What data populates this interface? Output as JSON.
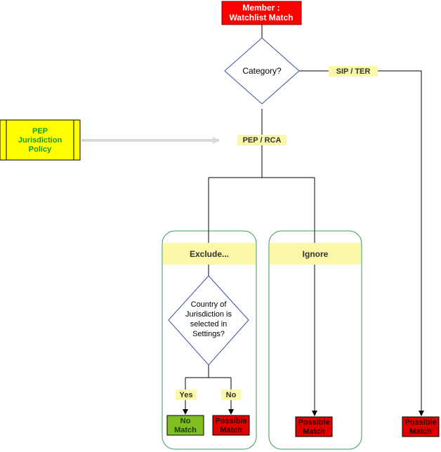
{
  "diagram": {
    "start": {
      "line1": "Member :",
      "line2": "Watchlist Match"
    },
    "category_decision": "Category?",
    "branch_sip_ter": "SIP / TER",
    "branch_pep_rca": "PEP / RCA",
    "policy_box": {
      "line1": "PEP",
      "line2": "Jurisdiction",
      "line3": "Policy"
    },
    "exclude_group": {
      "header": "Exclude...",
      "decision": {
        "line1": "Country of",
        "line2": "Jurisdiction is",
        "line3": "selected in",
        "line4": "Settings?"
      },
      "yes_label": "Yes",
      "no_label": "No",
      "no_match": {
        "line1": "No",
        "line2": "Match"
      },
      "possible_match": {
        "line1": "Possible",
        "line2": "Match"
      }
    },
    "ignore_group": {
      "header": "Ignore",
      "possible_match": {
        "line1": "Possible",
        "line2": "Match"
      }
    },
    "sip_possible_match": {
      "line1": "Possible",
      "line2": "Match"
    }
  },
  "colors": {
    "start_fill": "#ff0000",
    "possible_match_fill": "#e00000",
    "possible_match_text": "#2a0000",
    "no_match_fill": "#7fbf1f",
    "label_highlight": "#fbf7a8",
    "policy_fill": "#ffff00",
    "policy_text": "#1a9a1a",
    "group_border": "#3a9a5a",
    "line": "#000000",
    "decision_border": "#3a4f9a",
    "arrow_gray": "#d8d8d8"
  }
}
